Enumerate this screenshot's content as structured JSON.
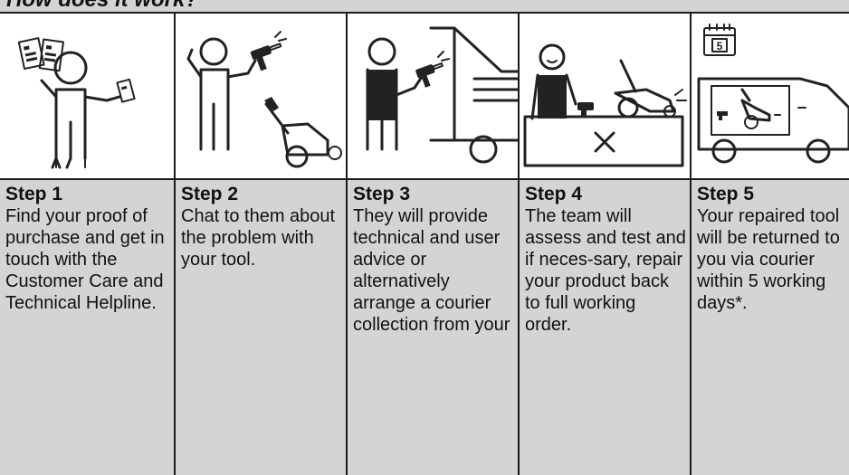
{
  "header": {
    "title": "How does it work?"
  },
  "steps": [
    {
      "title": "Step 1",
      "description": "Find your proof of purchase and get in touch with the Customer Care and Technical Helpline.",
      "icon": "person-holding-receipts-icon"
    },
    {
      "title": "Step 2",
      "description": "Chat to them about the problem with your tool.",
      "icon": "person-with-drill-and-mower-icon"
    },
    {
      "title": "Step 3",
      "description": "They will provide technical and user advice or alternatively arrange a courier collection from your",
      "icon": "technician-with-van-icon"
    },
    {
      "title": "Step 4",
      "description": "The team will assess and test and if neces-sary, repair your product back to full working order.",
      "icon": "technician-at-workbench-icon"
    },
    {
      "title": "Step 5",
      "description": "Your repaired tool will be returned to you via courier within 5 working days*.",
      "icon": "delivery-van-with-calendar-icon"
    }
  ],
  "calendar_day": "5",
  "colors": {
    "background": "#d4d4d4",
    "illustration_bg": "#ffffff",
    "border": "#1a1a1a",
    "text": "#111111"
  }
}
